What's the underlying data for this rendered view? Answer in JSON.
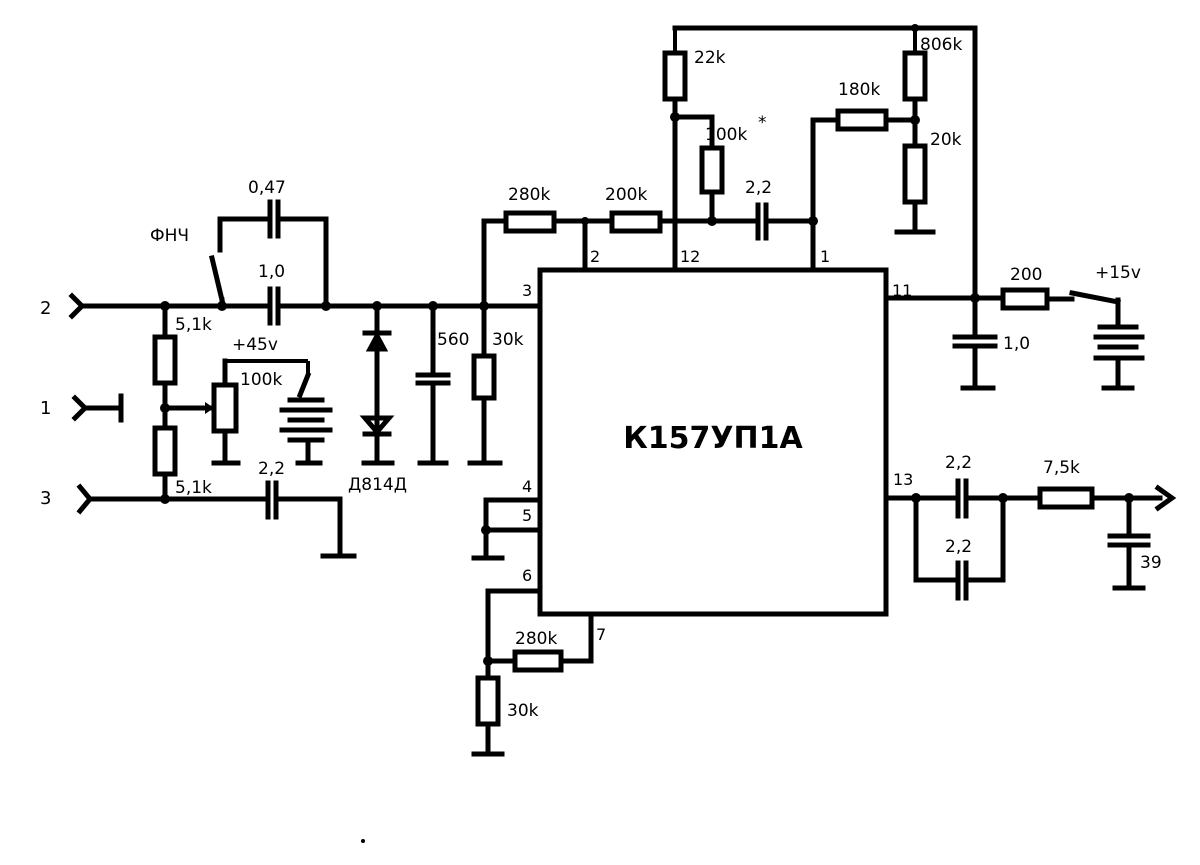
{
  "chip": {
    "name": "К157УП1А",
    "pins": {
      "p1": "1",
      "p2": "2",
      "p3": "3",
      "p4": "4",
      "p5": "5",
      "p6": "6",
      "p7": "7",
      "p11": "11",
      "p12": "12",
      "p13": "13"
    }
  },
  "terminals": {
    "t2": "2",
    "t1": "1",
    "t3": "3"
  },
  "switch_label": "ФНЧ",
  "components": {
    "c_047": "0,47",
    "c_10_in": "1,0",
    "r_51k_top": "5,1k",
    "r_51k_bot": "5,1k",
    "v_45": "+45v",
    "pot_100k": "100k",
    "c_22_in": "2,2",
    "diode": "Д814Д",
    "c_560": "560",
    "r_30k_in": "30k",
    "r_280k_top": "280k",
    "r_200k": "200k",
    "r_22k": "22k",
    "r_100k_star": "100k",
    "star": "*",
    "c_22_fb": "2,2",
    "r_180k": "180k",
    "r_806k": "806k",
    "r_20k": "20k",
    "r_200": "200",
    "v_15": "+15v",
    "c_10_pwr": "1,0",
    "c_22_out1": "2,2",
    "c_22_out2": "2,2",
    "r_75k": "7,5k",
    "c_39": "39",
    "r_280k_bot": "280k",
    "r_30k_bot": "30k"
  }
}
